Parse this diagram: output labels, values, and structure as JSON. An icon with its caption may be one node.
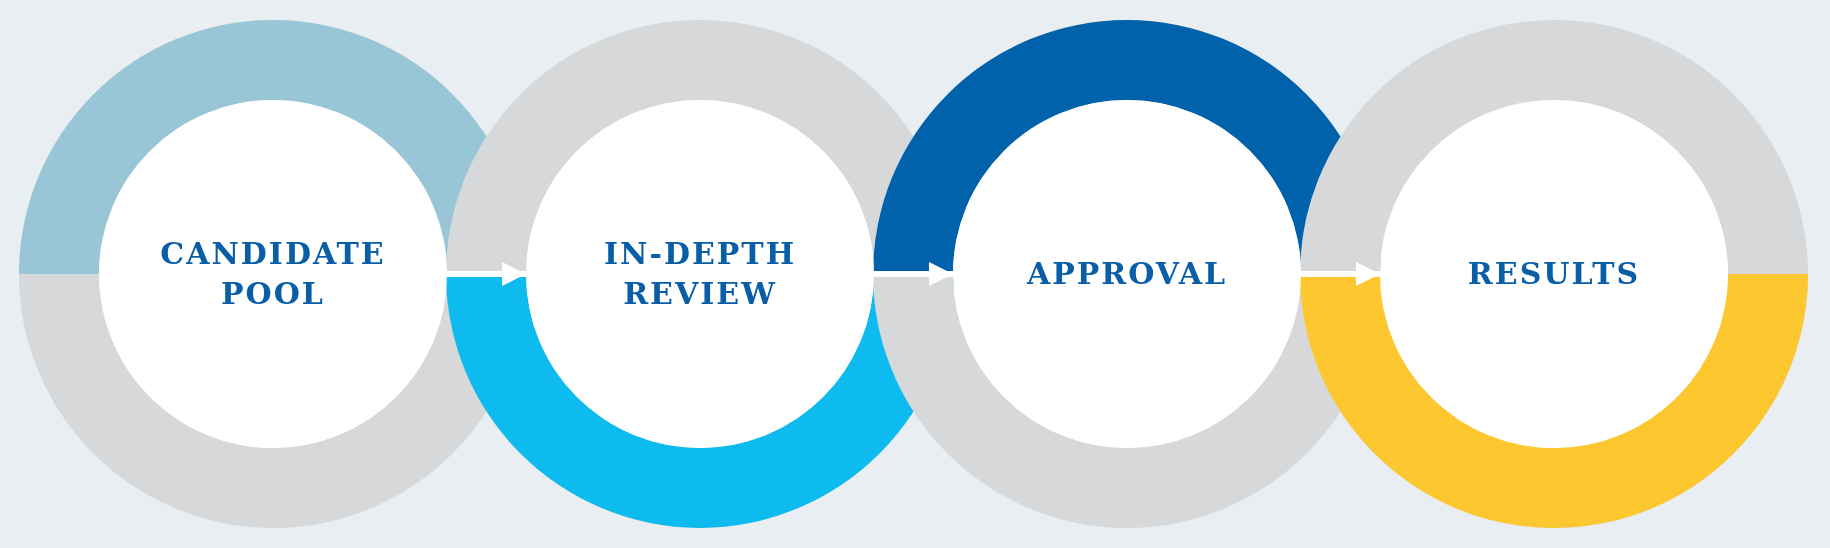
{
  "diagram": {
    "nodes": [
      {
        "text": [
          "CANDIDATE POOL"
        ]
      },
      {
        "text": [
          "IN-DEPTH REVIEW"
        ]
      },
      {
        "text": [
          "APPROVAL"
        ]
      },
      {
        "text": [
          "RESULTS"
        ]
      }
    ],
    "edges": [
      {
        "from": 0,
        "to": 1,
        "arrow": "to"
      },
      {
        "from": 1,
        "to": 2,
        "arrow": "to"
      },
      {
        "from": 2,
        "to": 3,
        "arrow": "to"
      }
    ]
  }
}
